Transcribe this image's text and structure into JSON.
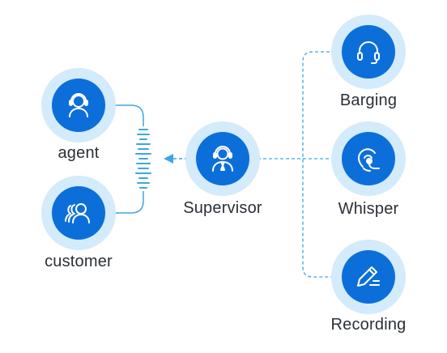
{
  "labels": {
    "agent": "agent",
    "customer": "customer",
    "supervisor": "Supervisor",
    "barging": "Barging",
    "whisper": "Whisper",
    "recording": "Recording"
  },
  "icons": {
    "agent": "headset-person-icon",
    "customer": "group-people-icon",
    "supervisor": "supervisor-headset-icon",
    "barging": "headphones-icon",
    "whisper": "whisper-headset-icon",
    "recording": "pen-write-icon"
  },
  "colors": {
    "node_fill": "#0c6fd9",
    "node_halo": "#d3ebfb",
    "connector": "#3ea6e0",
    "label_text": "#2b2f36"
  }
}
